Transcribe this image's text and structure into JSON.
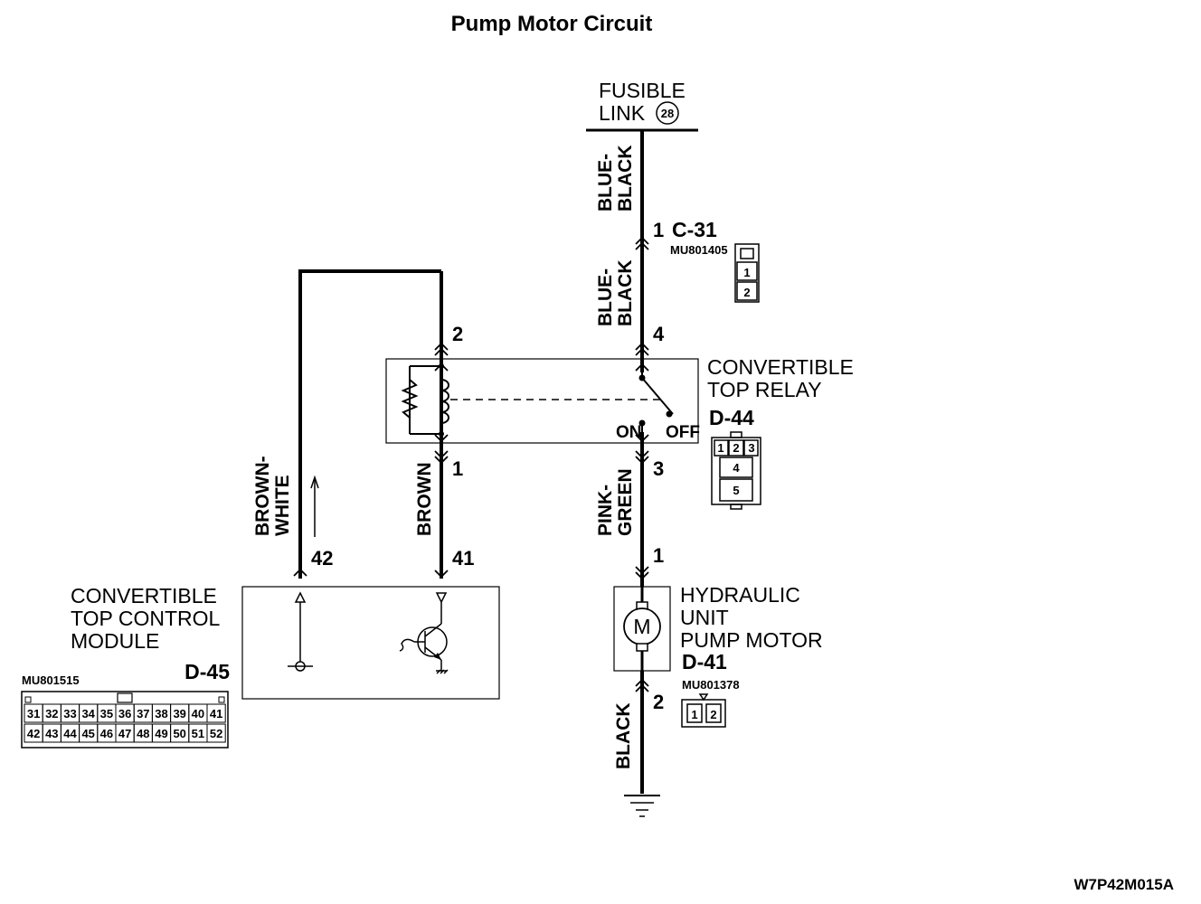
{
  "title": "Pump Motor Circuit",
  "figure_code": "W7P42M015A",
  "fusible_link": {
    "line1": "FUSIBLE",
    "line2": "LINK",
    "number": "28"
  },
  "connector_c31": {
    "pin": "1",
    "name": "C-31",
    "part": "MU801405",
    "pins": [
      "1",
      "2"
    ]
  },
  "relay": {
    "name_line1": "CONVERTIBLE",
    "name_line2": "TOP RELAY",
    "connector": "D-44",
    "pin_top_left": "2",
    "pin_top_right": "4",
    "pin_bottom_left": "1",
    "pin_bottom_right": "3",
    "on_label": "ON",
    "off_label": "OFF",
    "connector_pins": [
      "1",
      "2",
      "3",
      "4",
      "5"
    ]
  },
  "wires": {
    "blue_black_upper": [
      "BLUE-",
      "BLACK"
    ],
    "blue_black_lower": [
      "BLUE-",
      "BLACK"
    ],
    "brown_white": [
      "BROWN-",
      "WHITE"
    ],
    "brown": "BROWN",
    "pink_green": [
      "PINK-",
      "GREEN"
    ],
    "black": "BLACK"
  },
  "module": {
    "name_line1": "CONVERTIBLE",
    "name_line2": "TOP CONTROL",
    "name_line3": "MODULE",
    "connector": "D-45",
    "part": "MU801515",
    "pin_42": "42",
    "pin_41": "41",
    "pins_row1": [
      "31",
      "32",
      "33",
      "34",
      "35",
      "36",
      "37",
      "38",
      "39",
      "40",
      "41"
    ],
    "pins_row2": [
      "42",
      "43",
      "44",
      "45",
      "46",
      "47",
      "48",
      "49",
      "50",
      "51",
      "52"
    ]
  },
  "pump": {
    "name_line1": "HYDRAULIC",
    "name_line2": "UNIT",
    "name_line3": "PUMP MOTOR",
    "connector": "D-41",
    "part": "MU801378",
    "pin_top": "1",
    "pin_bottom": "2",
    "motor_symbol": "M",
    "pins": [
      "1",
      "2"
    ]
  }
}
